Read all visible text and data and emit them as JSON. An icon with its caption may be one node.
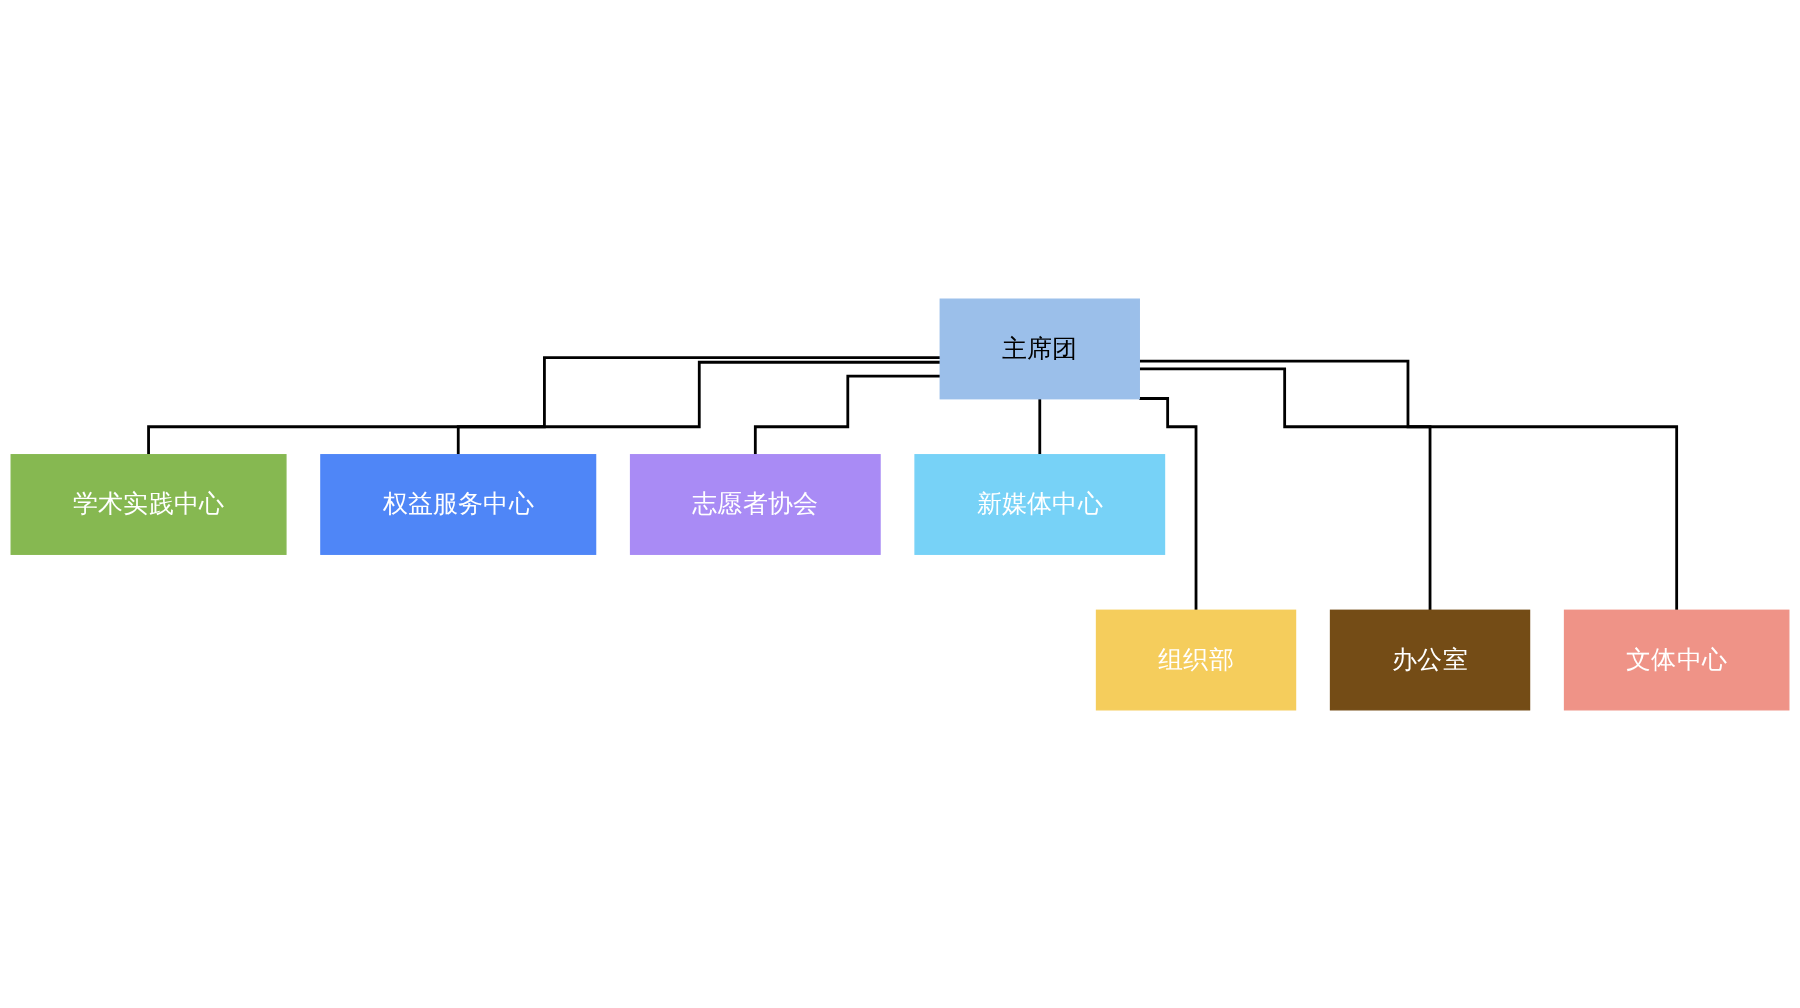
{
  "diagram": {
    "nodes": [
      {
        "text": [
          "主席团"
        ]
      },
      {
        "text": [
          "学术实践中心"
        ]
      },
      {
        "text": [
          "权益服务中心"
        ]
      },
      {
        "text": [
          "志愿者协会"
        ]
      },
      {
        "text": [
          "新媒体中心"
        ]
      },
      {
        "text": [
          "组织部"
        ]
      },
      {
        "text": [
          "办公室"
        ]
      },
      {
        "text": [
          "文体中心"
        ]
      }
    ],
    "edges": [
      {
        "from": 0,
        "to": 1,
        "arrow": "none"
      },
      {
        "from": 0,
        "to": 5,
        "arrow": "none"
      },
      {
        "from": 0,
        "to": 2,
        "arrow": "none"
      },
      {
        "from": 0,
        "to": 6,
        "arrow": "none"
      },
      {
        "from": 0,
        "to": 3,
        "arrow": "none"
      },
      {
        "from": 0,
        "to": 7,
        "arrow": "none"
      },
      {
        "from": 0,
        "to": 4,
        "arrow": "none"
      }
    ]
  }
}
